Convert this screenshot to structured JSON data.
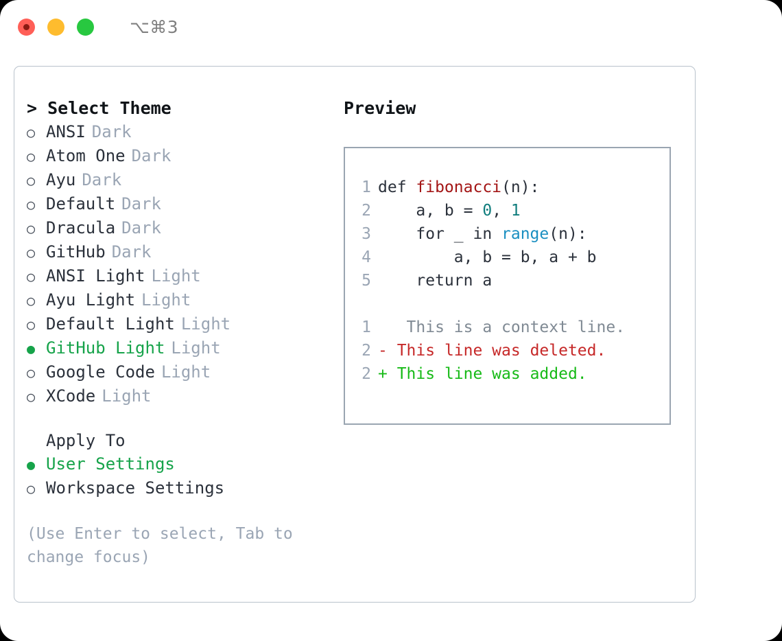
{
  "titlebar": {
    "dots": [
      {
        "name": "close-button",
        "color": "#ff5f57"
      },
      {
        "name": "minimize-button",
        "color": "#febc2e"
      },
      {
        "name": "maximize-button",
        "color": "#28c840"
      }
    ],
    "shortcut": "⌥⌘3"
  },
  "theme_picker": {
    "heading": "> Select Theme",
    "items": [
      {
        "bullet": "○",
        "label": "ANSI",
        "tag": "Dark",
        "selected": false
      },
      {
        "bullet": "○",
        "label": "Atom One",
        "tag": "Dark",
        "selected": false
      },
      {
        "bullet": "○",
        "label": "Ayu",
        "tag": "Dark",
        "selected": false
      },
      {
        "bullet": "○",
        "label": "Default",
        "tag": "Dark",
        "selected": false
      },
      {
        "bullet": "○",
        "label": "Dracula",
        "tag": "Dark",
        "selected": false
      },
      {
        "bullet": "○",
        "label": "GitHub",
        "tag": "Dark",
        "selected": false
      },
      {
        "bullet": "○",
        "label": "ANSI Light",
        "tag": "Light",
        "selected": false
      },
      {
        "bullet": "○",
        "label": "Ayu Light",
        "tag": "Light",
        "selected": false
      },
      {
        "bullet": "○",
        "label": "Default Light",
        "tag": "Light",
        "selected": false
      },
      {
        "bullet": "●",
        "label": "GitHub Light",
        "tag": "Light",
        "selected": true
      },
      {
        "bullet": "○",
        "label": "Google Code",
        "tag": "Light",
        "selected": false
      },
      {
        "bullet": "○",
        "label": "XCode",
        "tag": "Light",
        "selected": false
      }
    ]
  },
  "apply_to": {
    "heading": "Apply To",
    "items": [
      {
        "bullet": "●",
        "label": "User Settings",
        "selected": true
      },
      {
        "bullet": "○",
        "label": "Workspace Settings",
        "selected": false
      }
    ]
  },
  "hint": "(Use Enter to select, Tab to change focus)",
  "preview": {
    "title": "Preview",
    "code_lines": [
      {
        "num": "1",
        "segments": [
          {
            "text": "def ",
            "style": "plain"
          },
          {
            "text": "fibonacci",
            "style": "fn"
          },
          {
            "text": "(n):",
            "style": "plain"
          }
        ]
      },
      {
        "num": "2",
        "segments": [
          {
            "text": "    a, b = ",
            "style": "plain"
          },
          {
            "text": "0",
            "style": "num"
          },
          {
            "text": ", ",
            "style": "plain"
          },
          {
            "text": "1",
            "style": "num"
          }
        ]
      },
      {
        "num": "3",
        "segments": [
          {
            "text": "    for _ in ",
            "style": "plain"
          },
          {
            "text": "range",
            "style": "call"
          },
          {
            "text": "(n):",
            "style": "plain"
          }
        ]
      },
      {
        "num": "4",
        "segments": [
          {
            "text": "        a, b = b, a + b",
            "style": "plain"
          }
        ]
      },
      {
        "num": "5",
        "segments": [
          {
            "text": "    return a",
            "style": "plain"
          }
        ]
      }
    ],
    "diff_lines": [
      {
        "num": "1",
        "marker": " ",
        "text": "  This is a context line.",
        "kind": "context"
      },
      {
        "num": "2",
        "marker": "-",
        "text": " This line was deleted.",
        "kind": "deleted"
      },
      {
        "num": "2",
        "marker": "+",
        "text": " This line was added.",
        "kind": "added"
      }
    ]
  },
  "colors": {
    "accent_green": "#16a34a",
    "added_green": "#17ba17",
    "deleted_red": "#c62828",
    "function_red": "#a31515",
    "number_teal": "#107d7d",
    "call_blue": "#1a8fc1",
    "muted": "#9aa5b4"
  }
}
